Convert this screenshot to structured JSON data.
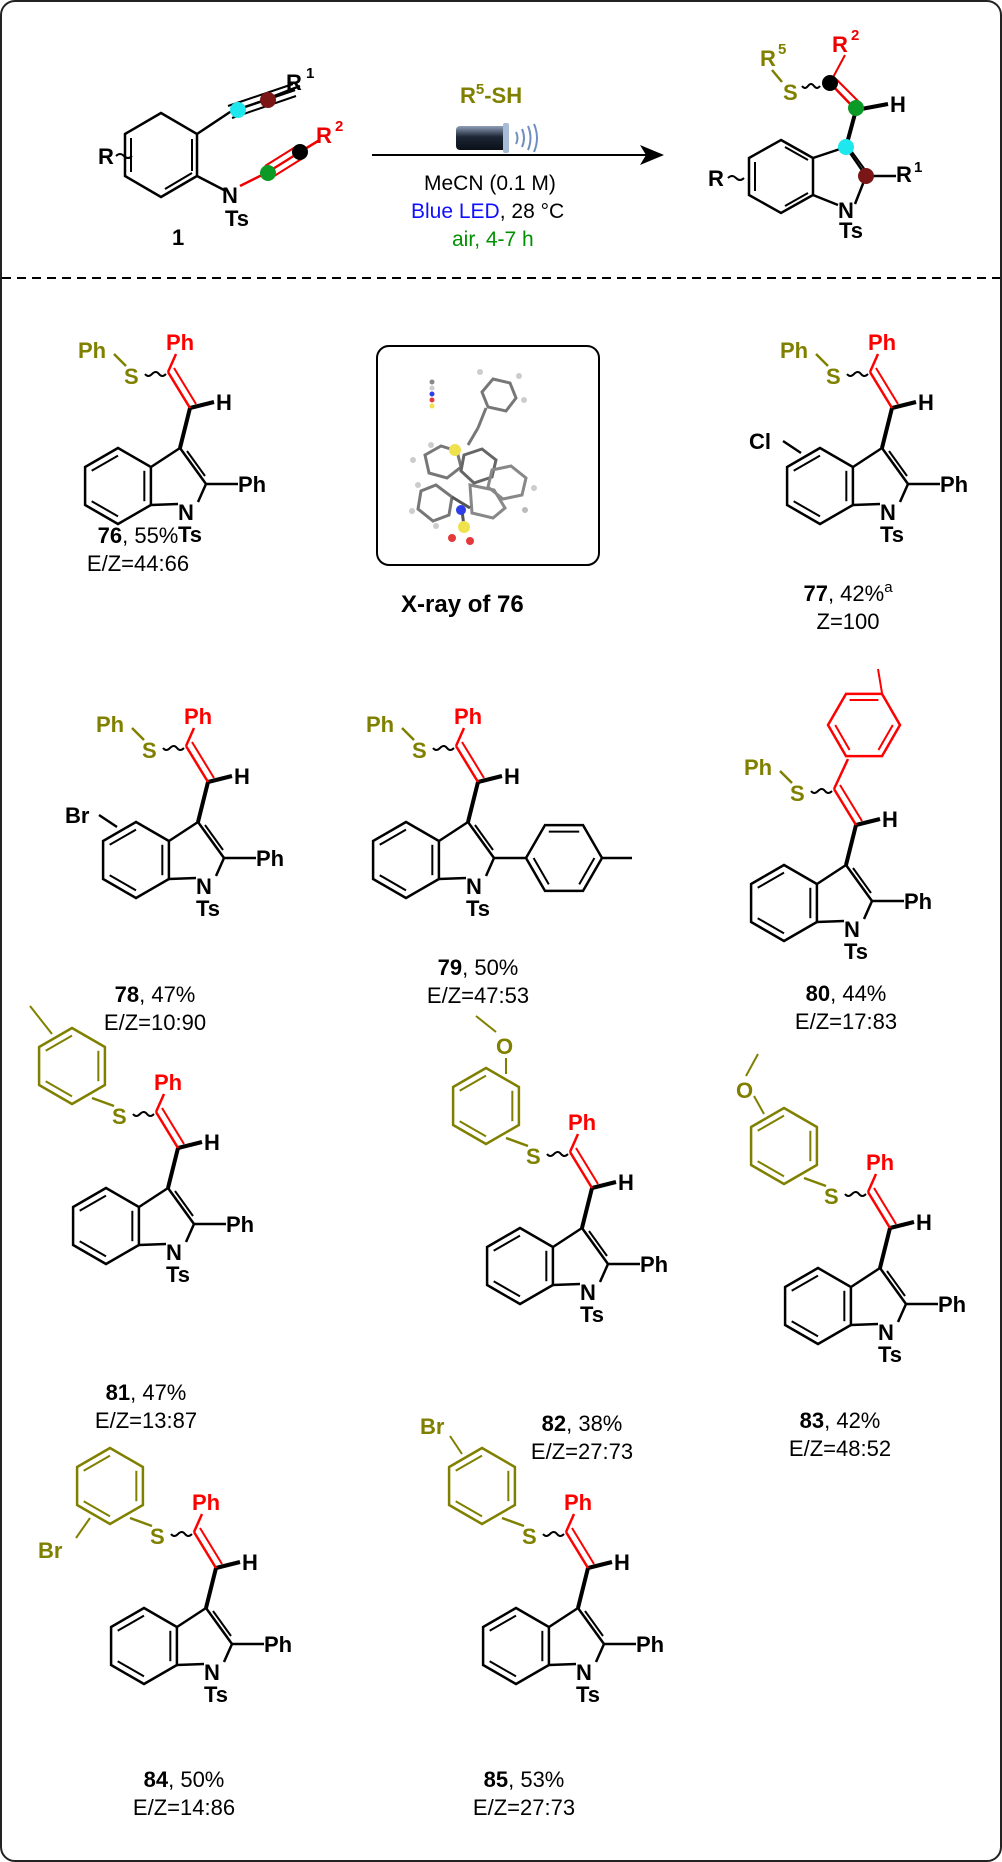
{
  "colors": {
    "black": "#000000",
    "thiol": "#808000",
    "r2": "#ff0000",
    "blue": "#1010ff",
    "green": "#009000",
    "cyan": "#1ee8ee",
    "darkred": "#7a1616",
    "dotgreen": "#0c9a26"
  },
  "reaction": {
    "reagent": "R5-SH",
    "reagent_sup": "5",
    "solvent": "MeCN (0.1 M)",
    "light": "Blue LED",
    "temperature": ", 28 °C",
    "atmosphere": "air",
    "time": "4-7 h",
    "substrate_number": "1",
    "R": "R",
    "R1": "R",
    "R1_sup": "1",
    "R2": "R",
    "R2_sup": "2",
    "R5": "R",
    "R5_sup": "5",
    "Ts": "Ts",
    "N": "N",
    "S": "S",
    "H": "H"
  },
  "products": [
    {
      "id": "76",
      "yield": ", 55%",
      "ratio": "E/Z=44:66",
      "substituent": "",
      "thiol": "Ph"
    },
    {
      "id": "77",
      "yield": ", 42%",
      "note": "a",
      "ratio": "Z=100",
      "substituent": "Cl",
      "thiol": "Ph"
    },
    {
      "id": "78",
      "yield": ", 47%",
      "ratio": "E/Z=10:90",
      "substituent": "Br",
      "thiol": "Ph"
    },
    {
      "id": "79",
      "yield": ", 50%",
      "ratio": "E/Z=47:53",
      "substituent": "",
      "thiol": "Ph"
    },
    {
      "id": "80",
      "yield": ", 44%",
      "ratio": "E/Z=17:83",
      "substituent": "",
      "thiol": "Ph"
    },
    {
      "id": "81",
      "yield": ", 47%",
      "ratio": "E/Z=13:87",
      "substituent": "",
      "thiol": "4-methylphenyl"
    },
    {
      "id": "82",
      "yield": ", 38%",
      "ratio": "E/Z=27:73",
      "substituent": "",
      "thiol": "3-methoxyphenyl"
    },
    {
      "id": "83",
      "yield": ", 42%",
      "ratio": "E/Z=48:52",
      "substituent": "",
      "thiol": "4-methoxyphenyl"
    },
    {
      "id": "84",
      "yield": ", 50%",
      "ratio": "E/Z=14:86",
      "substituent": "",
      "thiol": "2-bromophenyl"
    },
    {
      "id": "85",
      "yield": ", 53%",
      "ratio": "E/Z=27:73",
      "substituent": "",
      "thiol": "4-bromophenyl"
    }
  ],
  "labels": {
    "Ph": "Ph",
    "Cl": "Cl",
    "Br": "Br",
    "O": "O",
    "xray_caption": "X-ray of 76"
  }
}
